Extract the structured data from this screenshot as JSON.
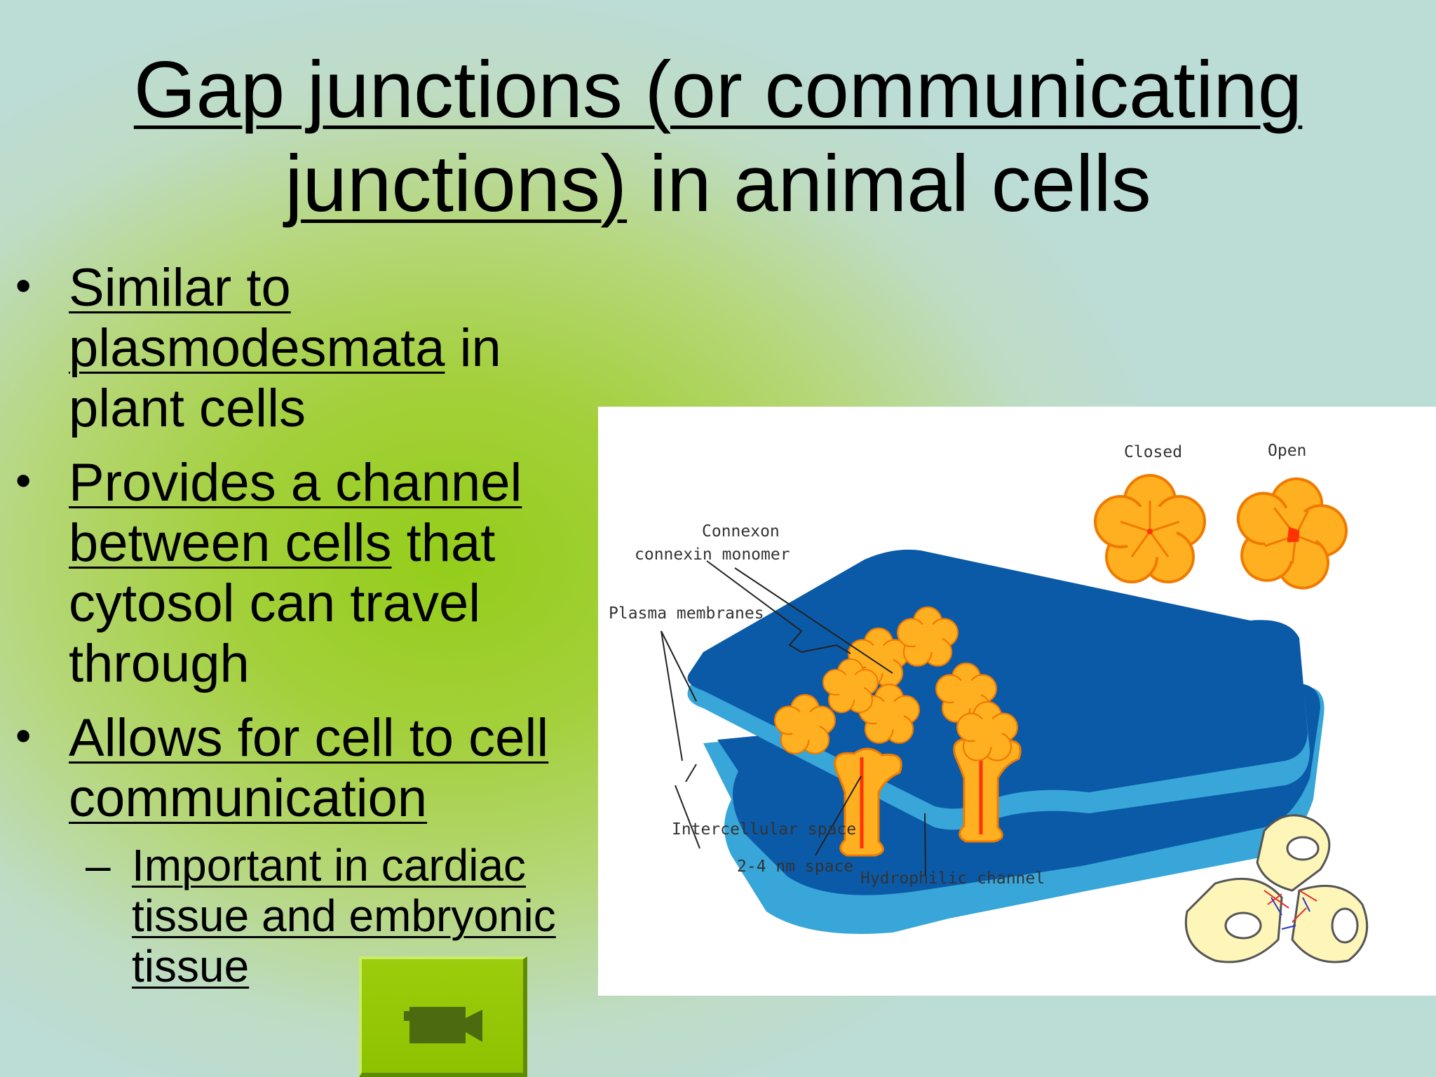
{
  "slide": {
    "title_line1_underlined": "Gap junctions (or communicating",
    "title_line2_underlined": "junctions)",
    "title_line2_rest": " in animal cells"
  },
  "bullets": [
    {
      "link": "Similar to plasmodesmata",
      "rest": " in plant cells"
    },
    {
      "link": "Provides a channel between cells",
      "rest": " that cytosol can travel through"
    },
    {
      "link": "Allows for cell to cell communication",
      "rest": ""
    }
  ],
  "sub_bullet": {
    "dash": "–",
    "link": "Important in cardiac tissue and embryonic tissue"
  },
  "bullet_symbol": "•",
  "figure": {
    "labels": {
      "closed": "Closed",
      "open": "Open",
      "connexon": "Connexon",
      "connexin_monomer": "connexin monomer",
      "plasma_membranes": "Plasma membranes",
      "intercellular_space": "Intercellular space",
      "nm_space": "2-4 nm space",
      "hydrophilic_channel": "Hydrophilic channel"
    },
    "colors": {
      "membrane_dark": "#0b5aa8",
      "membrane_light": "#2e9fd6",
      "connexin": "#ffb020",
      "connexin_outline": "#f07a00",
      "cell_fill": "#fdf6b8"
    }
  },
  "movie_button": {
    "icon": "video-camera-icon"
  }
}
